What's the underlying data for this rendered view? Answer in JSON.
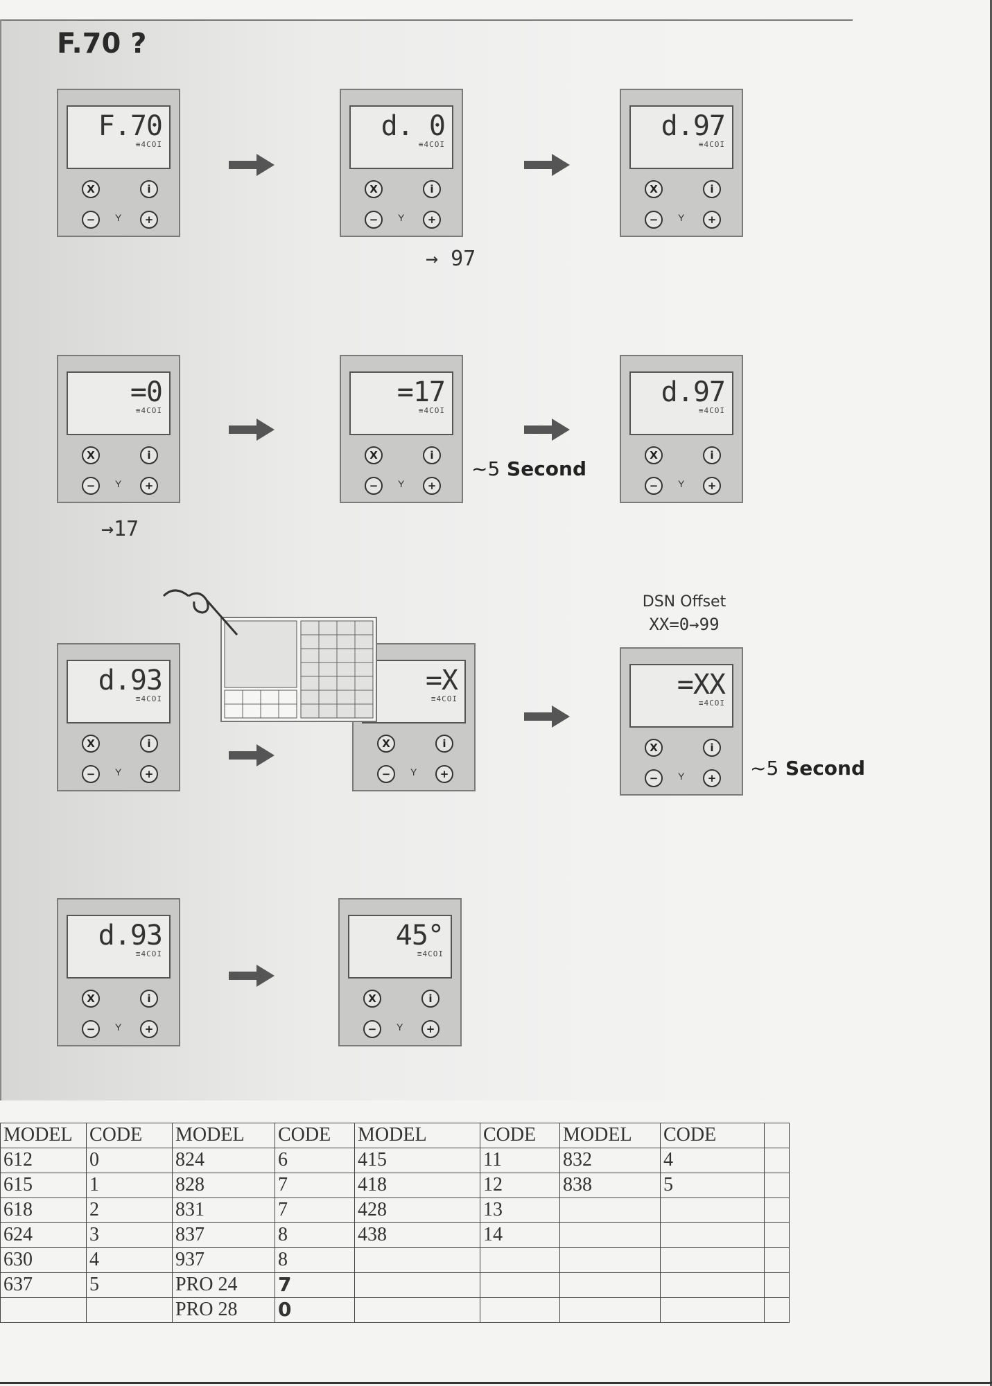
{
  "title": "F.70 ?",
  "devices": [
    {
      "display": "F.70",
      "sub": "≡4COI"
    },
    {
      "display": "d. 0",
      "sub": "≡4COI"
    },
    {
      "display": "d.97",
      "sub": "≡4COI"
    },
    {
      "display": "=0",
      "sub": "≡4COI"
    },
    {
      "display": "=17",
      "sub": "≡4COI"
    },
    {
      "display": "d.97",
      "sub": "≡4COI"
    },
    {
      "display": "d.93",
      "sub": "≡4COI"
    },
    {
      "display": "=X",
      "sub": "≡4COI"
    },
    {
      "display": "=XX",
      "sub": "≡4COI"
    },
    {
      "display": "d.93",
      "sub": "≡4COI"
    },
    {
      "display": "45°",
      "sub": "≡4COI"
    }
  ],
  "buttons": {
    "mode": "X",
    "info": "i",
    "minus": "−",
    "plus": "+",
    "middle": "Y"
  },
  "notes": {
    "minus_97": "→ 97",
    "plus_17": "→17"
  },
  "hold_label": {
    "tilde": "~5",
    "text": "Second"
  },
  "dsn": {
    "line1": "DSN Offset",
    "line2": "XX=0→99"
  },
  "table": {
    "header": [
      "MODEL",
      "CODE",
      "MODEL",
      "CODE",
      "MODEL",
      "CODE",
      "MODEL",
      "CODE",
      ""
    ],
    "rows": [
      [
        "612",
        "0",
        "824",
        "6",
        "415",
        "11",
        "832",
        "4",
        ""
      ],
      [
        "615",
        "1",
        "828",
        "7",
        "418",
        "12",
        "838",
        "5",
        ""
      ],
      [
        "618",
        "2",
        "831",
        "7",
        "428",
        "13",
        "",
        "",
        ""
      ],
      [
        "624",
        "3",
        "837",
        "8",
        "438",
        "14",
        "",
        "",
        ""
      ],
      [
        "630",
        "4",
        "937",
        "8",
        "",
        "",
        "",
        "",
        ""
      ],
      [
        "637",
        "5",
        "PRO 24",
        "7",
        "",
        "",
        "",
        "",
        ""
      ],
      [
        "",
        "",
        "PRO 28",
        "0",
        "",
        "",
        "",
        "",
        ""
      ]
    ]
  }
}
